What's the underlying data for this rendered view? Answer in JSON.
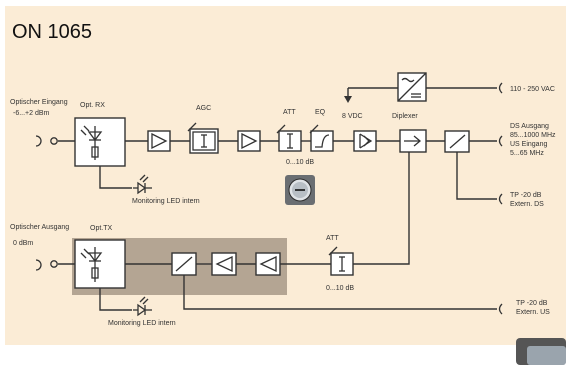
{
  "title": "ON 1065",
  "colors": {
    "background": "#fbecd6",
    "tx_block": "#b4a593",
    "line": "#333333"
  },
  "labels": {
    "opt_in": "Optischer Eingang",
    "opt_in_level": "-6...+2 dBm",
    "opt_rx": "Opt. RX",
    "agc": "AGC",
    "att1": "ATT",
    "eq": "EQ",
    "vdc": "8 VDC",
    "diplexer": "Diplexer",
    "range1": "0...10 dB",
    "mains": "110 - 250 VAC",
    "ds1": "DS Ausgang",
    "ds2": "85...1000 MHz",
    "us1": "US Eingang",
    "us2": "5...65 MHz",
    "tp_ds1": "TP -20 dB",
    "tp_ds2": "Extern. DS",
    "mon1": "Monitoring LED intern",
    "opt_out": "Optischer Ausgang",
    "opt_out_level": "0 dBm",
    "opt_tx": "Opt.TX",
    "att2": "ATT",
    "range2": "0...10 dB",
    "tp_us1": "TP -20 dB",
    "tp_us2": "Extern. US",
    "mon2": "Monitoring LED intern"
  }
}
